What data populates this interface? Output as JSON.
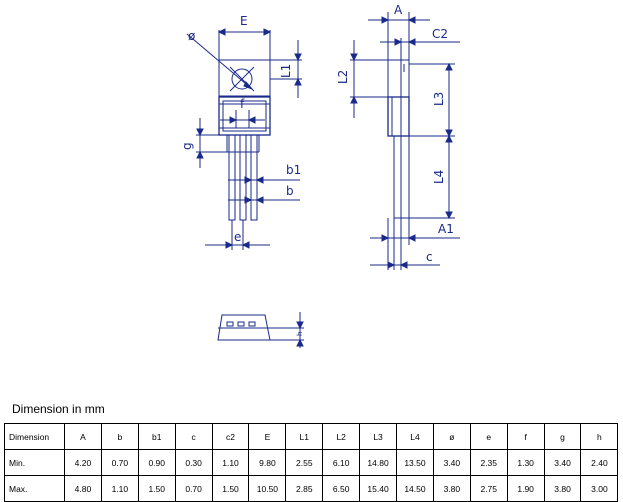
{
  "drawing_labels": {
    "E": "E",
    "A": "A",
    "C2": "C2",
    "phi": "ø",
    "L1": "L1",
    "L2": "L2",
    "L3": "L3",
    "L4": "L4",
    "f": "f",
    "g": "g",
    "b1": "b1",
    "b": "b",
    "e": "e",
    "A1": "A1",
    "c": "c",
    "h": "h"
  },
  "section_title": "Dimension in mm",
  "table": {
    "rows": [
      [
        "Dimension",
        "A",
        "b",
        "b1",
        "c",
        "c2",
        "E",
        "L1",
        "L2",
        "L3",
        "L4",
        "ø",
        "e",
        "f",
        "g",
        "h"
      ],
      [
        "Min.",
        "4.20",
        "0.70",
        "0.90",
        "0.30",
        "1.10",
        "9.80",
        "2.55",
        "6.10",
        "14.80",
        "13.50",
        "3.40",
        "2.35",
        "1.30",
        "3.40",
        "2.40"
      ],
      [
        "Max.",
        "4.80",
        "1.10",
        "1.50",
        "0.70",
        "1.50",
        "10.50",
        "2.85",
        "6.50",
        "15.40",
        "14.50",
        "3.80",
        "2.75",
        "1.90",
        "3.80",
        "3.00"
      ]
    ]
  }
}
